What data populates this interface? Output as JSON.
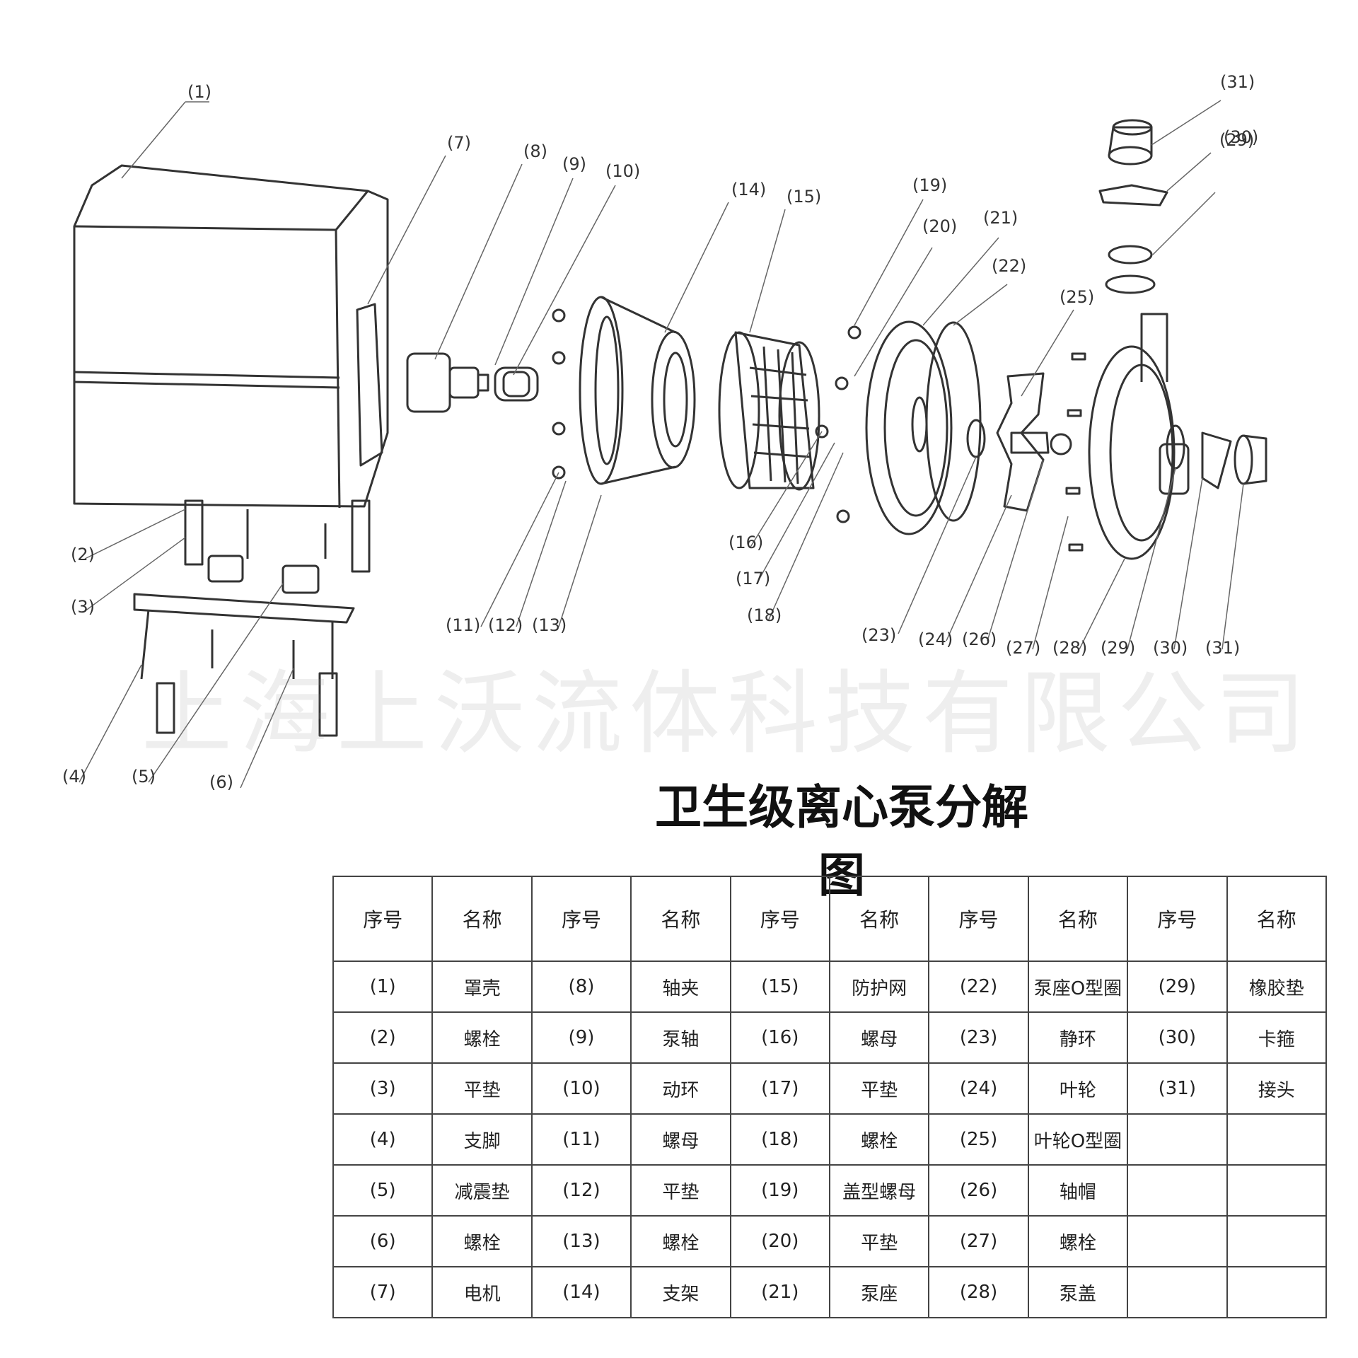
{
  "callouts": [
    "(1)",
    "(2)",
    "(3)",
    "(4)",
    "(5)",
    "(6)",
    "(7)",
    "(8)",
    "(9)",
    "(10)",
    "(11)",
    "(12)",
    "(13)",
    "(14)",
    "(15)",
    "(16)",
    "(17)",
    "(18)",
    "(19)",
    "(20)",
    "(21)",
    "(22)",
    "(23)",
    "(24)",
    "(25)",
    "(26)",
    "(27)",
    "(28)",
    "(29)",
    "(30)",
    "(31)",
    "(29)",
    "(30)",
    "(31)"
  ],
  "watermark": "上海上沃流体科技有限公司",
  "title": "卫生级离心泵分解图",
  "table": {
    "headers": [
      "序号",
      "名称",
      "序号",
      "名称",
      "序号",
      "名称",
      "序号",
      "名称",
      "序号",
      "名称"
    ],
    "rows": [
      [
        "(1)",
        "罩壳",
        "(8)",
        "轴夹",
        "(15)",
        "防护网",
        "(22)",
        "泵座O型圈",
        "(29)",
        "橡胶垫"
      ],
      [
        "(2)",
        "螺栓",
        "(9)",
        "泵轴",
        "(16)",
        "螺母",
        "(23)",
        "静环",
        "(30)",
        "卡箍"
      ],
      [
        "(3)",
        "平垫",
        "(10)",
        "动环",
        "(17)",
        "平垫",
        "(24)",
        "叶轮",
        "(31)",
        "接头"
      ],
      [
        "(4)",
        "支脚",
        "(11)",
        "螺母",
        "(18)",
        "螺栓",
        "(25)",
        "叶轮O型圈",
        "",
        ""
      ],
      [
        "(5)",
        "减震垫",
        "(12)",
        "平垫",
        "(19)",
        "盖型螺母",
        "(26)",
        "轴帽",
        "",
        ""
      ],
      [
        "(6)",
        "螺栓",
        "(13)",
        "螺栓",
        "(20)",
        "平垫",
        "(27)",
        "螺栓",
        "",
        ""
      ],
      [
        "(7)",
        "电机",
        "(14)",
        "支架",
        "(21)",
        "泵座",
        "(28)",
        "泵盖",
        "",
        ""
      ]
    ]
  }
}
